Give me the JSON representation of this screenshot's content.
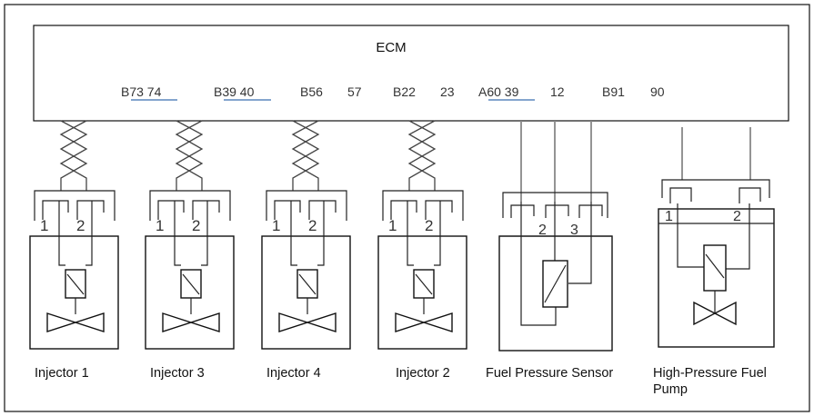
{
  "ecm": {
    "title": "ECM",
    "pins": [
      {
        "text": "B73 74",
        "prefix": "B",
        "rest": "73 74",
        "underlined": true
      },
      {
        "text": "B39 40",
        "prefix": "B",
        "rest": "39 40",
        "underlined": true
      },
      {
        "text": "B56",
        "prefix": "B56",
        "rest": "",
        "underlined": false
      },
      {
        "text": "57",
        "prefix": "57",
        "rest": "",
        "underlined": false
      },
      {
        "text": "B22",
        "prefix": "B22",
        "rest": "",
        "underlined": false
      },
      {
        "text": "23",
        "prefix": "23",
        "rest": "",
        "underlined": false
      },
      {
        "text": "A60 39",
        "prefix": "A",
        "rest": "60 39",
        "underlined": true
      },
      {
        "text": "12",
        "prefix": "12",
        "rest": "",
        "underlined": false
      },
      {
        "text": "B91",
        "prefix": "B91",
        "rest": "",
        "underlined": false
      },
      {
        "text": "90",
        "prefix": "90",
        "rest": "",
        "underlined": false
      }
    ]
  },
  "components": [
    {
      "name": "Injector 1",
      "type": "injector",
      "pins": [
        "1",
        "2"
      ]
    },
    {
      "name": "Injector 3",
      "type": "injector",
      "pins": [
        "1",
        "2"
      ]
    },
    {
      "name": "Injector 4",
      "type": "injector",
      "pins": [
        "1",
        "2"
      ]
    },
    {
      "name": "Injector 2",
      "type": "injector",
      "pins": [
        "1",
        "2"
      ]
    },
    {
      "name": "Fuel Pressure Sensor",
      "type": "sensor",
      "pins": [
        "2",
        "3"
      ]
    },
    {
      "name": "High-Pressure Fuel Pump",
      "type": "pump",
      "pins": [
        "1",
        "2"
      ],
      "label_lines": [
        "High-Pressure Fuel",
        "Pump"
      ]
    }
  ]
}
